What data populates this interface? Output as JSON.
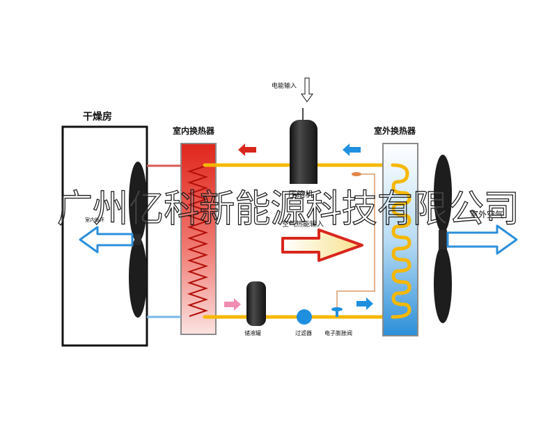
{
  "labels": {
    "dry_room": "干燥房",
    "indoor_exchanger": "室内换热器",
    "outdoor_exchanger": "室外换热器",
    "power_input": "电能输入",
    "compressor": "压缩机",
    "air_heat_input": "空气热能输入",
    "indoor_air": "室内循环",
    "outdoor_air": "室外空气",
    "receiver": "储液罐",
    "filter": "过滤器",
    "expansion_valve": "电子膨胀阀"
  },
  "watermark": "广州亿科新能源科技有限公司",
  "colors": {
    "pipe": "#f5b800",
    "hot": "#d8261c",
    "cold": "#1f8fe0",
    "pink": "#f28bb4",
    "dark": "#1c1c1c"
  }
}
